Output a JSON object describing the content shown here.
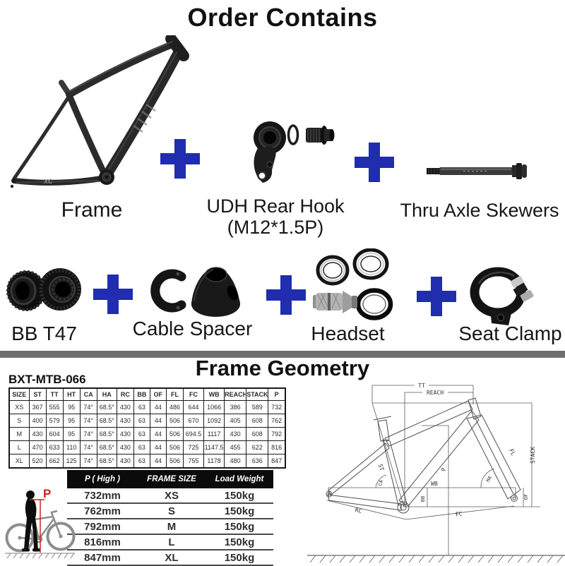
{
  "order": {
    "title": "Order Contains",
    "plus_color": "#1f2dae",
    "frame_logo": "XC",
    "items": [
      {
        "label": "Frame"
      },
      {
        "label": "UDH Rear Hook",
        "label2": "(M12*1.5P)"
      },
      {
        "label": "Thru Axle Skewers"
      },
      {
        "label": "BB T47"
      },
      {
        "label": "Cable Spacer"
      },
      {
        "label": "Headset"
      },
      {
        "label": "Seat Clamp"
      }
    ]
  },
  "geometry": {
    "title": "Frame Geometry",
    "model": "BXT-MTB-066",
    "standover_label": "P",
    "standover_color": "#cc2020",
    "size_table": {
      "headers": [
        "SIZE",
        "ST",
        "TT",
        "HT",
        "CA",
        "HA",
        "RC",
        "BB",
        "OF",
        "FL",
        "FC",
        "WB",
        "REACH",
        "STACK",
        "P"
      ],
      "rows": [
        [
          "XS",
          "367",
          "555",
          "95",
          "74°",
          "68.5°",
          "430",
          "63",
          "44",
          "486",
          "644",
          "1066",
          "386",
          "589",
          "732"
        ],
        [
          "S",
          "400",
          "579",
          "95",
          "74°",
          "68.5°",
          "430",
          "63",
          "44",
          "506",
          "670",
          "1092",
          "405",
          "608",
          "762"
        ],
        [
          "M",
          "430",
          "604",
          "95",
          "74°",
          "68.5°",
          "430",
          "63",
          "44",
          "506",
          "694.5",
          "1117",
          "430",
          "608",
          "792"
        ],
        [
          "L",
          "470",
          "633",
          "110",
          "74°",
          "68.5°",
          "430",
          "63",
          "44",
          "506",
          "725",
          "1147.5",
          "455",
          "622",
          "816"
        ],
        [
          "XL",
          "520",
          "662",
          "125",
          "74°",
          "68.5°",
          "430",
          "63",
          "44",
          "506",
          "755",
          "1178",
          "480",
          "636",
          "847"
        ]
      ]
    },
    "height_table": {
      "headers": [
        "P ( High )",
        "FRAME SIZE",
        "Load Weight"
      ],
      "rows": [
        [
          "732mm",
          "XS",
          "150kg"
        ],
        [
          "762mm",
          "S",
          "150kg"
        ],
        [
          "792mm",
          "M",
          "150kg"
        ],
        [
          "816mm",
          "L",
          "150kg"
        ],
        [
          "847mm",
          "XL",
          "150kg"
        ]
      ]
    },
    "diagram_labels": {
      "tt": "TT",
      "reach": "REACH",
      "stack": "STACK",
      "wb": "WB",
      "bb": "BB",
      "p": "P",
      "ha": "HA",
      "ca": "CA",
      "st": "ST",
      "fl": "FL",
      "fc": "FC",
      "rc": "RC",
      "of": "OF"
    }
  }
}
